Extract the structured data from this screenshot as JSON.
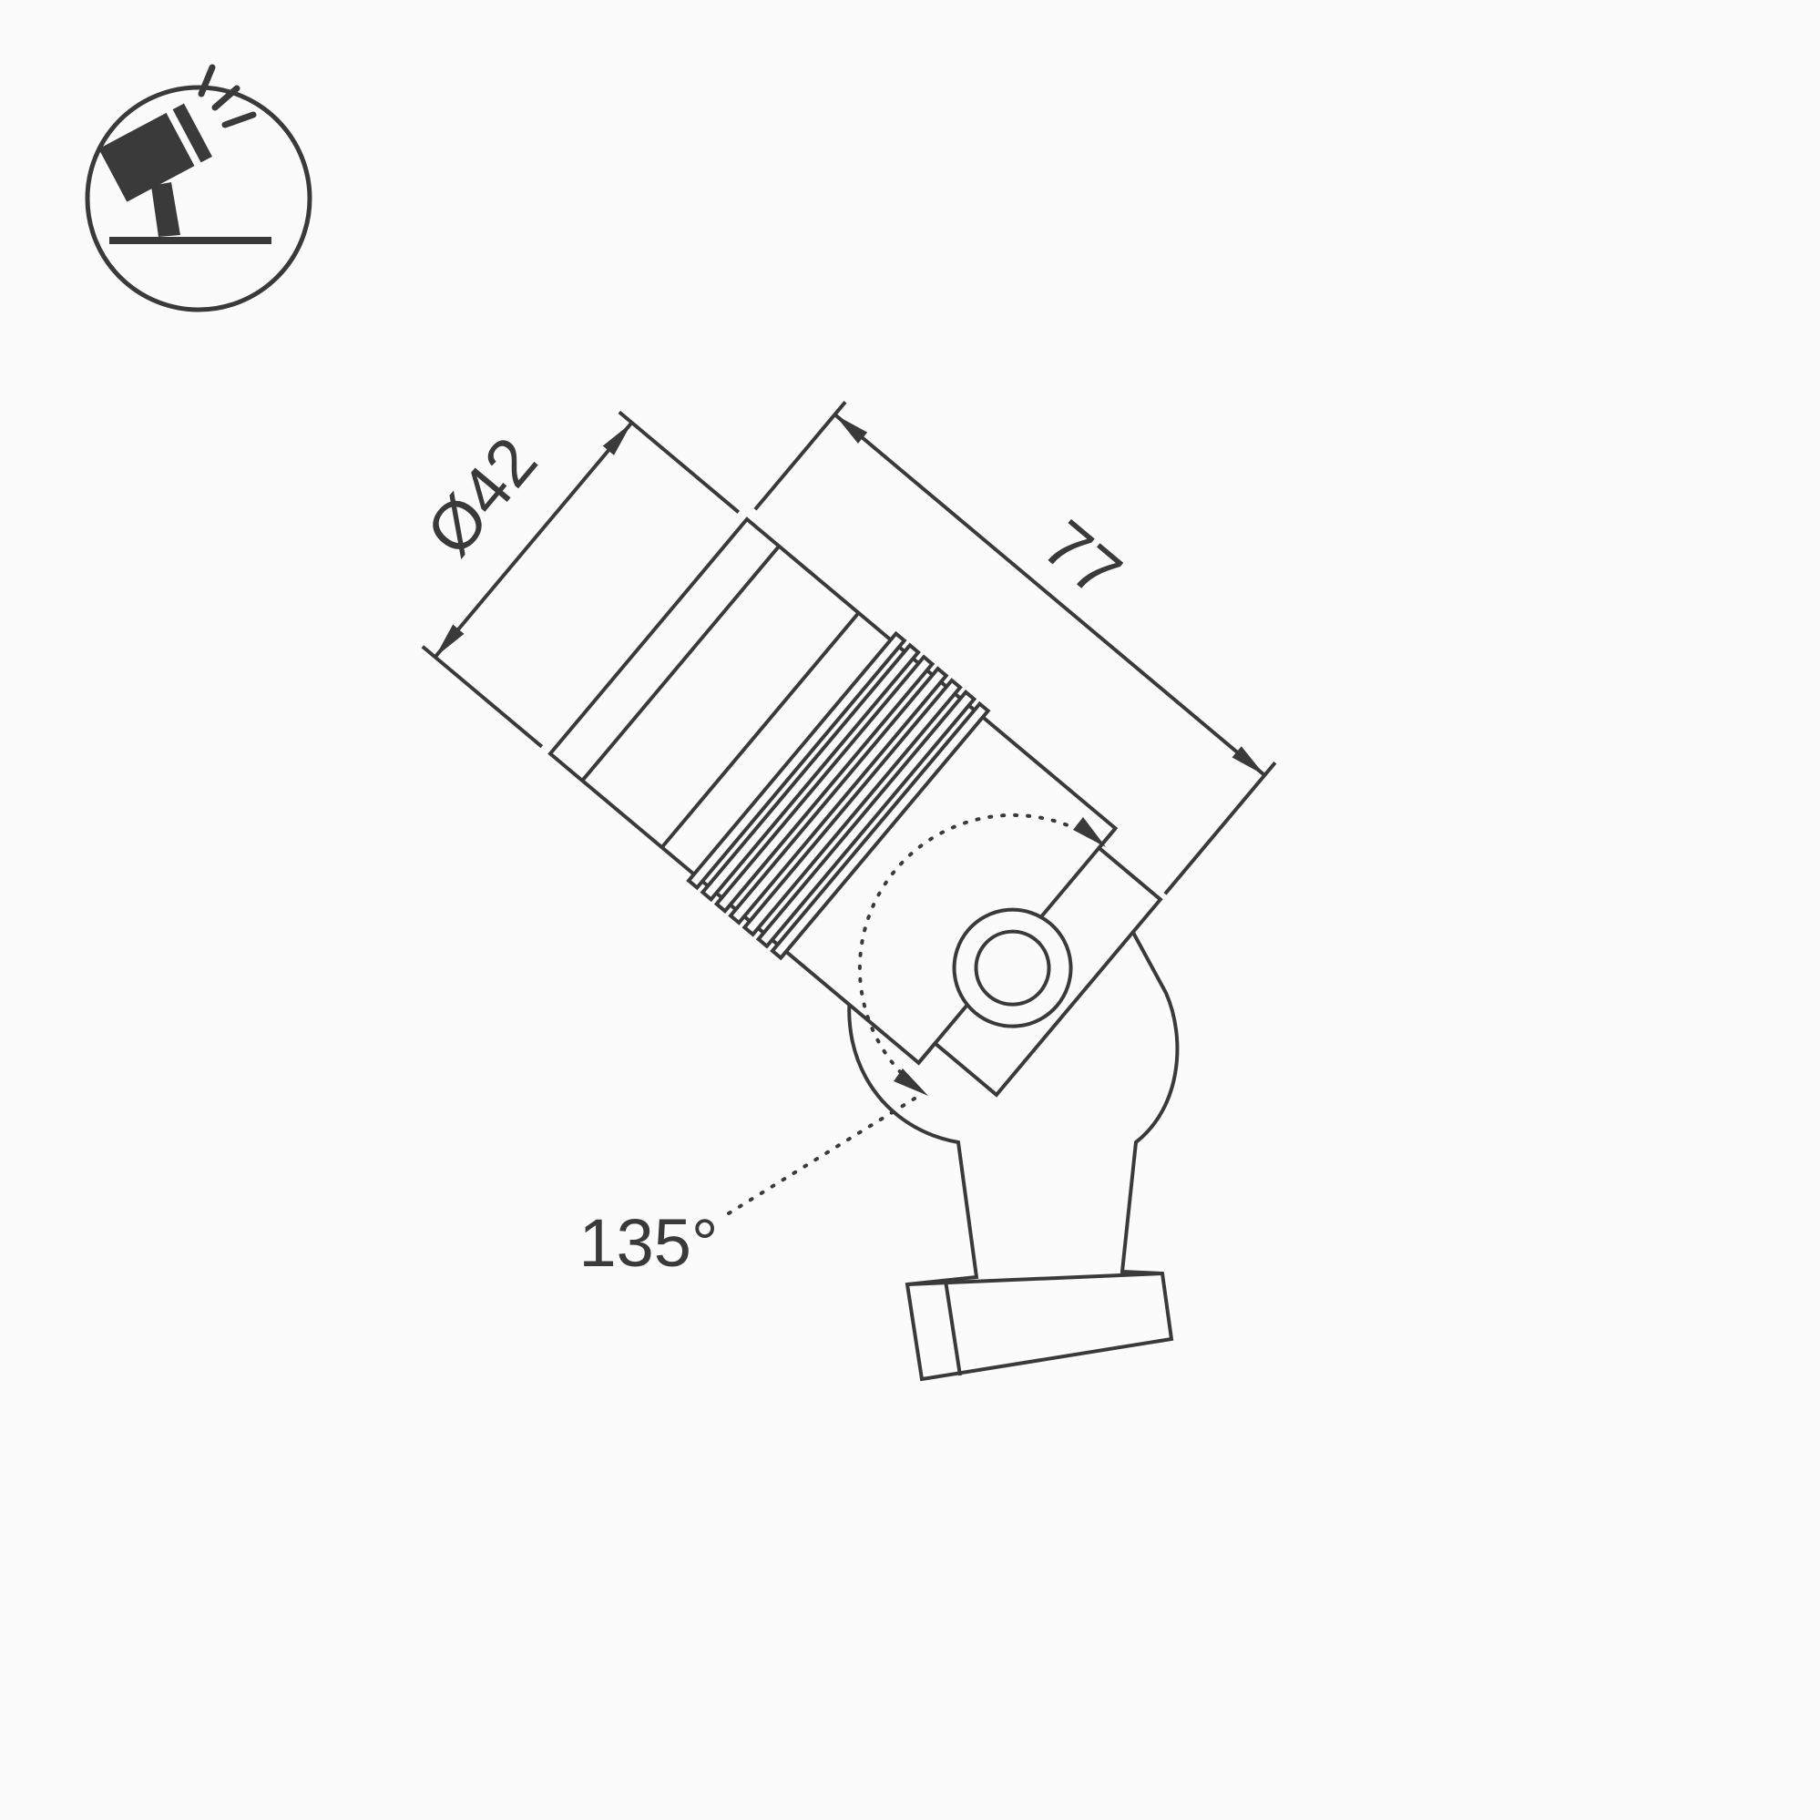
{
  "drawing": {
    "dimensions": {
      "diameter": "Ø42",
      "length": "77",
      "angle": "135°"
    },
    "colors": {
      "line": "#3a3a3a",
      "background": "#fbfbfb"
    },
    "icon": {
      "name": "tilted-spotlight-icon"
    }
  }
}
